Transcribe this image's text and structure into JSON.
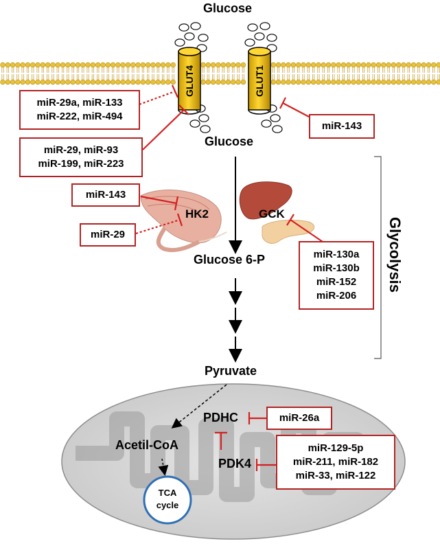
{
  "labels": {
    "glucose_top": "Glucose",
    "glucose_mid": "Glucose",
    "glut4": "GLUT4",
    "glut1": "GLUT1",
    "hk2": "HK2",
    "gck": "GCK",
    "glucose6p": "Glucose 6-P",
    "pyruvate": "Pyruvate",
    "glycolysis": "Glycolysis",
    "acetyl_coa": "Acetil-CoA",
    "pdhc": "PDHC",
    "pdk4": "PDK4",
    "tca_line1": "TCA",
    "tca_line2": "cycle"
  },
  "mirna_boxes": {
    "glut4_dotted": [
      "miR-29a, miR-133",
      "miR-222, miR-494"
    ],
    "glut4_solid": [
      "miR-29, miR-93",
      "miR-199, miR-223"
    ],
    "glut1": [
      "miR-143"
    ],
    "hk2_solid": [
      "miR-143"
    ],
    "hk2_dotted": [
      "miR-29"
    ],
    "gck": [
      "miR-130a",
      "miR-130b",
      "miR-152",
      "miR-206"
    ],
    "pdhc": [
      "miR-26a"
    ],
    "pdk4": [
      "miR-129-5p",
      "miR-211, miR-182",
      "miR-33, miR-122"
    ]
  },
  "colors": {
    "inhibition": "#d42020",
    "box_border": "#b22222",
    "transporter": "#f2c200",
    "membrane_head": "#e8c33a",
    "tca_circle": "#2f6fb5",
    "mitochondrion": "#d9d9d9"
  }
}
